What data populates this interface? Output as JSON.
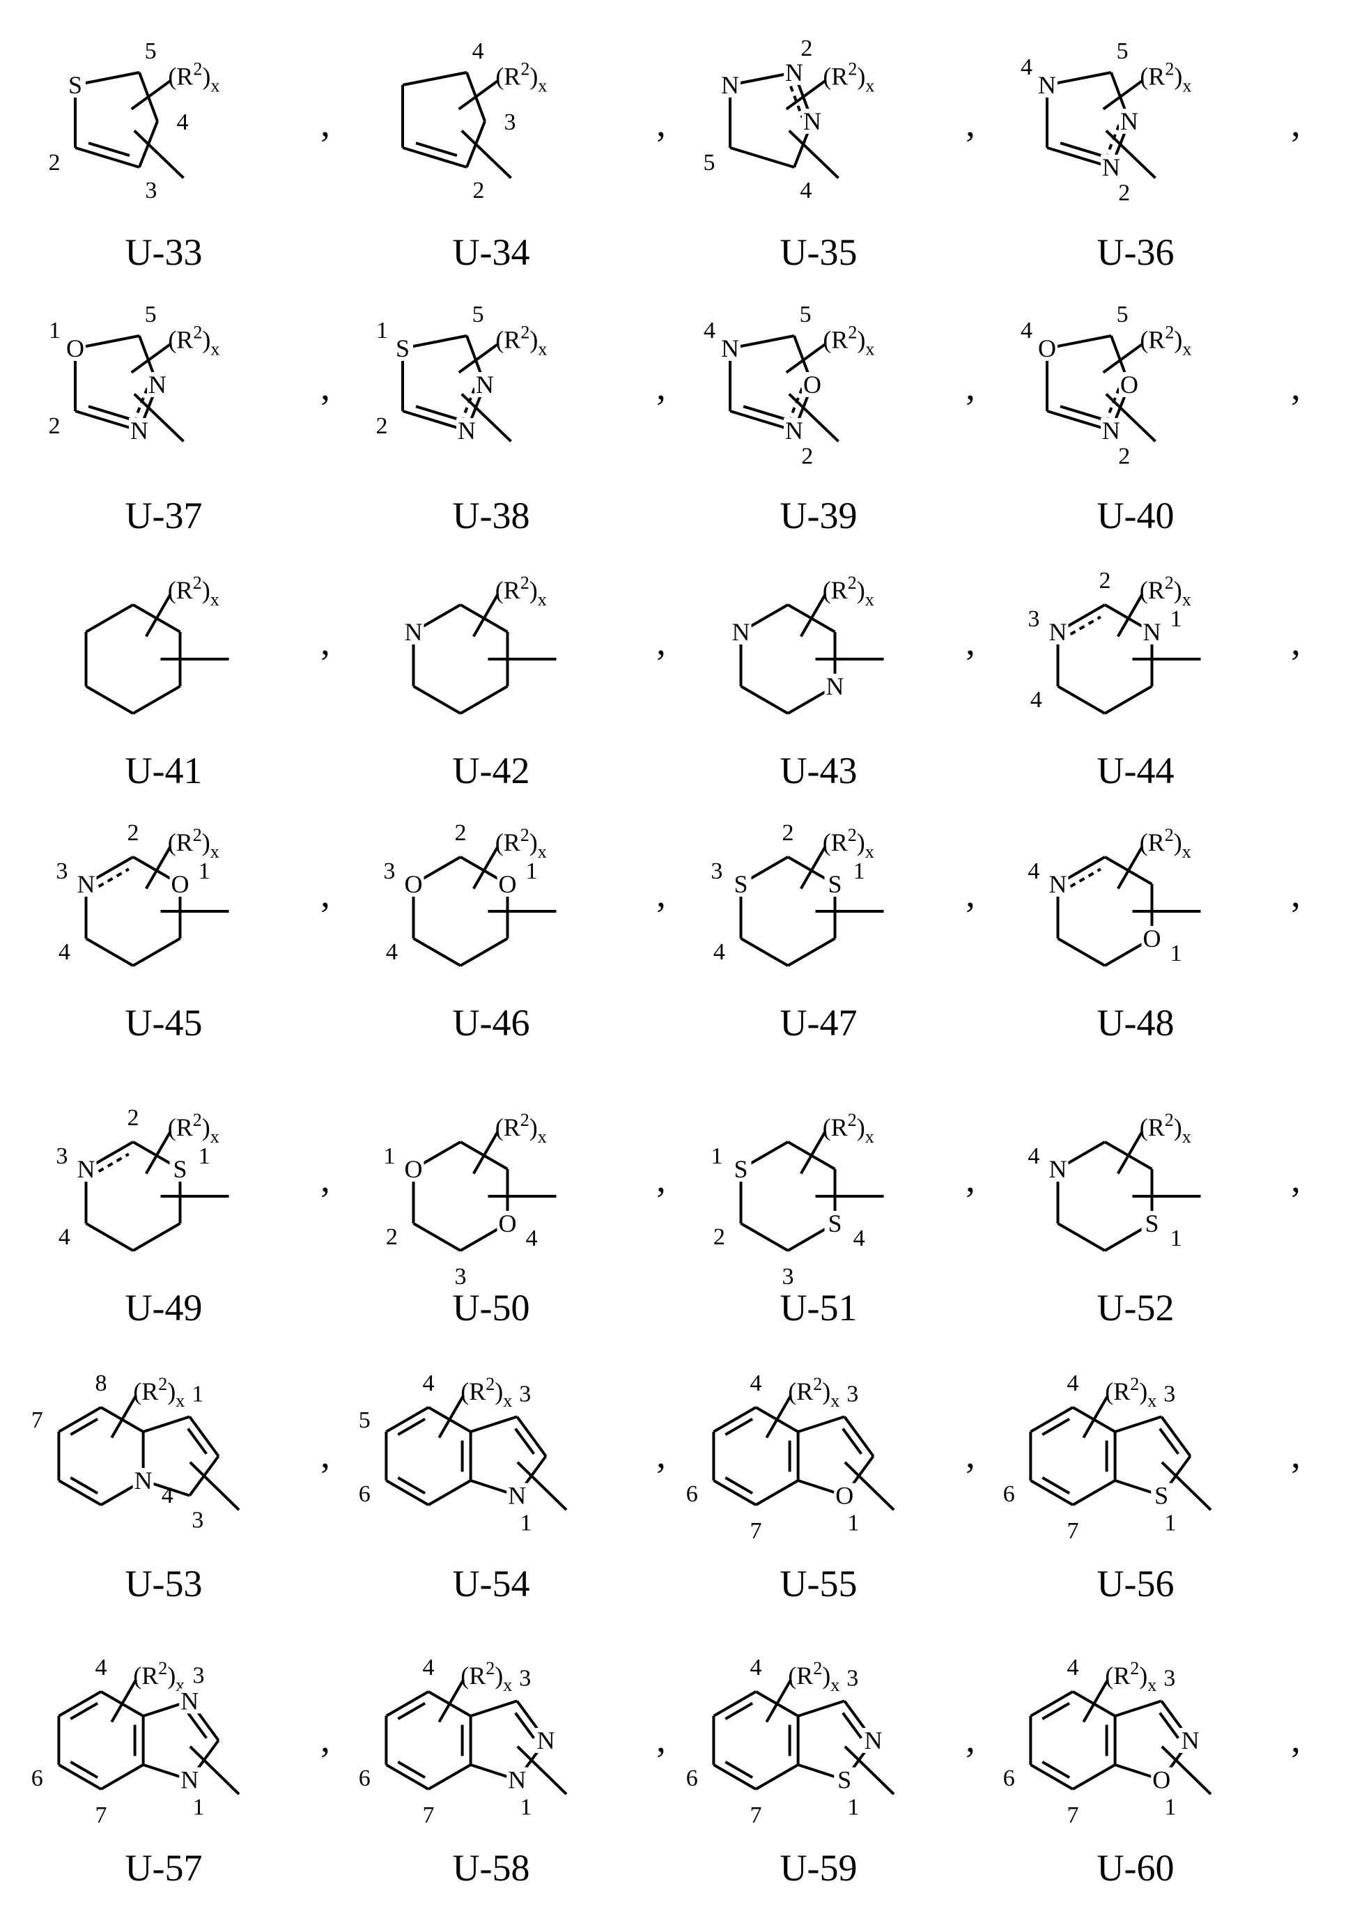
{
  "separator": ",",
  "substituent": {
    "open": "(R",
    "sup": "2",
    "close": ")",
    "sub": "x"
  },
  "structures": [
    {
      "label": "U-33",
      "ring": "five",
      "atoms": {
        "0": "S"
      },
      "locants": {
        "1": "5",
        "2": "4",
        "3": "3",
        "4": "2"
      },
      "double_bonds": [
        [
          3,
          4
        ]
      ],
      "dashed_bonds": []
    },
    {
      "label": "U-34",
      "ring": "five",
      "atoms": {},
      "locants": {
        "1": "4",
        "2": "3",
        "3": "2"
      },
      "double_bonds": [
        [
          3,
          4
        ]
      ],
      "dashed_bonds": []
    },
    {
      "label": "U-35",
      "ring": "five",
      "atoms": {
        "0": "N",
        "1": "N",
        "2": "N"
      },
      "locants": {
        "1": "2",
        "4": "5",
        "3": "4"
      },
      "double_bonds": [],
      "dashed_bonds": [
        [
          1,
          2
        ]
      ]
    },
    {
      "label": "U-36",
      "ring": "five",
      "atoms": {
        "0": "N",
        "2": "N",
        "3": "N"
      },
      "locants": {
        "0": "4",
        "1": "5",
        "3": "2"
      },
      "double_bonds": [
        [
          3,
          4
        ]
      ],
      "dashed_bonds": [
        [
          2,
          3
        ]
      ]
    },
    {
      "label": "U-37",
      "ring": "five",
      "atoms": {
        "0": "O",
        "2": "N",
        "3": "N"
      },
      "locants": {
        "0": "1",
        "1": "5",
        "4": "2"
      },
      "double_bonds": [
        [
          3,
          4
        ]
      ],
      "dashed_bonds": [
        [
          2,
          3
        ]
      ]
    },
    {
      "label": "U-38",
      "ring": "five",
      "atoms": {
        "0": "S",
        "2": "N",
        "3": "N"
      },
      "locants": {
        "0": "1",
        "1": "5",
        "4": "2"
      },
      "double_bonds": [
        [
          3,
          4
        ]
      ],
      "dashed_bonds": [
        [
          2,
          3
        ]
      ]
    },
    {
      "label": "U-39",
      "ring": "five",
      "atoms": {
        "0": "N",
        "2": "O",
        "3": "N"
      },
      "locants": {
        "0": "4",
        "1": "5",
        "3": "2"
      },
      "double_bonds": [
        [
          3,
          4
        ]
      ],
      "dashed_bonds": [
        [
          2,
          3
        ]
      ]
    },
    {
      "label": "U-40",
      "ring": "five",
      "atoms": {
        "0": "O",
        "2": "O",
        "3": "N"
      },
      "locants": {
        "0": "4",
        "1": "5",
        "3": "2"
      },
      "double_bonds": [
        [
          3,
          4
        ]
      ],
      "dashed_bonds": [
        [
          2,
          3
        ]
      ]
    },
    {
      "label": "U-41",
      "ring": "six",
      "atoms": {},
      "locants": {},
      "double_bonds": [],
      "dashed_bonds": []
    },
    {
      "label": "U-42",
      "ring": "six",
      "atoms": {
        "0": "N"
      },
      "locants": {},
      "double_bonds": [],
      "dashed_bonds": []
    },
    {
      "label": "U-43",
      "ring": "six",
      "atoms": {
        "0": "N",
        "3": "N"
      },
      "locants": {},
      "double_bonds": [],
      "dashed_bonds": []
    },
    {
      "label": "U-44",
      "ring": "six",
      "atoms": {
        "0": "N",
        "2": "N"
      },
      "locants": {
        "0": "3",
        "1": "2",
        "2": "1",
        "5": "4"
      },
      "double_bonds": [],
      "dashed_bonds": [
        [
          0,
          1
        ]
      ]
    },
    {
      "label": "U-45",
      "ring": "six",
      "atoms": {
        "0": "N",
        "2": "O"
      },
      "locants": {
        "0": "3",
        "1": "2",
        "2": "1",
        "5": "4"
      },
      "double_bonds": [],
      "dashed_bonds": [
        [
          0,
          1
        ]
      ]
    },
    {
      "label": "U-46",
      "ring": "six",
      "atoms": {
        "0": "O",
        "2": "O"
      },
      "locants": {
        "0": "3",
        "1": "2",
        "2": "1",
        "5": "4"
      },
      "double_bonds": [],
      "dashed_bonds": []
    },
    {
      "label": "U-47",
      "ring": "six",
      "atoms": {
        "0": "S",
        "2": "S"
      },
      "locants": {
        "0": "3",
        "1": "2",
        "2": "1",
        "5": "4"
      },
      "double_bonds": [],
      "dashed_bonds": []
    },
    {
      "label": "U-48",
      "ring": "six",
      "atoms": {
        "0": "N",
        "3": "O"
      },
      "locants": {
        "0": "4",
        "3": "1"
      },
      "double_bonds": [],
      "dashed_bonds": [
        [
          0,
          1
        ]
      ]
    },
    {
      "label": "U-49",
      "ring": "six",
      "atoms": {
        "0": "N",
        "2": "S"
      },
      "locants": {
        "0": "3",
        "1": "2",
        "2": "1",
        "5": "4"
      },
      "double_bonds": [],
      "dashed_bonds": [
        [
          0,
          1
        ]
      ]
    },
    {
      "label": "U-50",
      "ring": "six",
      "atoms": {
        "0": "O",
        "3": "O"
      },
      "locants": {
        "0": "1",
        "5": "2",
        "4": "3",
        "3": "4"
      },
      "double_bonds": [],
      "dashed_bonds": []
    },
    {
      "label": "U-51",
      "ring": "six",
      "atoms": {
        "0": "S",
        "3": "S"
      },
      "locants": {
        "0": "1",
        "5": "2",
        "4": "3",
        "3": "4"
      },
      "double_bonds": [],
      "dashed_bonds": []
    },
    {
      "label": "U-52",
      "ring": "six",
      "atoms": {
        "0": "N",
        "3": "S"
      },
      "locants": {
        "0": "4",
        "3": "1"
      },
      "double_bonds": [],
      "dashed_bonds": []
    },
    {
      "label": "U-53",
      "ring": "fused",
      "atoms": {
        "3": "N"
      },
      "locants": {
        "0": "7",
        "1": "8",
        "6": "1",
        "3": "4",
        "8": "3"
      },
      "double_bonds": [
        [
          0,
          1
        ],
        [
          4,
          5
        ],
        [
          6,
          7
        ]
      ],
      "dashed_bonds": []
    },
    {
      "label": "U-54",
      "ring": "fused",
      "atoms": {
        "8": "N"
      },
      "locants": {
        "1": "4",
        "0": "5",
        "5": "6",
        "8": "1",
        "6": "3"
      },
      "double_bonds": [
        [
          0,
          1
        ],
        [
          2,
          3
        ],
        [
          4,
          5
        ],
        [
          6,
          7
        ]
      ],
      "dashed_bonds": []
    },
    {
      "label": "U-55",
      "ring": "fused",
      "atoms": {
        "8": "O"
      },
      "locants": {
        "1": "4",
        "5": "6",
        "4": "7",
        "8": "1",
        "6": "3"
      },
      "double_bonds": [
        [
          0,
          1
        ],
        [
          2,
          3
        ],
        [
          4,
          5
        ],
        [
          6,
          7
        ]
      ],
      "dashed_bonds": []
    },
    {
      "label": "U-56",
      "ring": "fused",
      "atoms": {
        "8": "S"
      },
      "locants": {
        "1": "4",
        "5": "6",
        "4": "7",
        "8": "1",
        "6": "3"
      },
      "double_bonds": [
        [
          0,
          1
        ],
        [
          2,
          3
        ],
        [
          4,
          5
        ],
        [
          6,
          7
        ]
      ],
      "dashed_bonds": []
    },
    {
      "label": "U-57",
      "ring": "fused",
      "atoms": {
        "6": "N",
        "8": "N"
      },
      "locants": {
        "1": "4",
        "5": "6",
        "4": "7",
        "6": "3",
        "8": "1"
      },
      "double_bonds": [
        [
          0,
          1
        ],
        [
          2,
          3
        ],
        [
          4,
          5
        ],
        [
          6,
          7
        ]
      ],
      "dashed_bonds": []
    },
    {
      "label": "U-58",
      "ring": "fused",
      "atoms": {
        "7": "N",
        "8": "N"
      },
      "locants": {
        "1": "4",
        "5": "6",
        "4": "7",
        "6": "3",
        "8": "1"
      },
      "double_bonds": [
        [
          0,
          1
        ],
        [
          2,
          3
        ],
        [
          4,
          5
        ],
        [
          6,
          7
        ]
      ],
      "dashed_bonds": []
    },
    {
      "label": "U-59",
      "ring": "fused",
      "atoms": {
        "7": "N",
        "8": "S"
      },
      "locants": {
        "1": "4",
        "5": "6",
        "4": "7",
        "6": "3",
        "8": "1"
      },
      "double_bonds": [
        [
          0,
          1
        ],
        [
          2,
          3
        ],
        [
          4,
          5
        ],
        [
          6,
          7
        ]
      ],
      "dashed_bonds": []
    },
    {
      "label": "U-60",
      "ring": "fused",
      "atoms": {
        "7": "N",
        "8": "O"
      },
      "locants": {
        "1": "4",
        "5": "6",
        "4": "7",
        "6": "3",
        "8": "1"
      },
      "double_bonds": [
        [
          0,
          1
        ],
        [
          2,
          3
        ],
        [
          4,
          5
        ],
        [
          6,
          7
        ]
      ],
      "dashed_bonds": []
    }
  ]
}
